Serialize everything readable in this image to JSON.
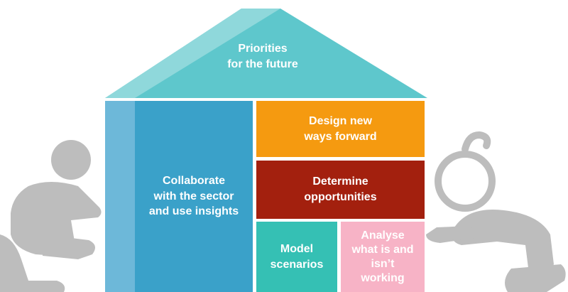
{
  "roof": {
    "label": "Priorities\nfor the future",
    "color": "#5ec7cc"
  },
  "left_wall": {
    "label": "Collaborate\nwith the sector\nand use insights",
    "color": "#3aa1c9"
  },
  "rooms": {
    "design": {
      "label": "Design new\nways forward",
      "color": "#f59a10"
    },
    "determine": {
      "label": "Determine\nopportunities",
      "color": "#a3200e"
    },
    "model": {
      "label": "Model\nscenarios",
      "color": "#35c0b4"
    },
    "analyse": {
      "label": "Analyse\nwhat is and\nisn’t\nworking",
      "color": "#f7b3c6"
    }
  },
  "figures": {
    "left": {
      "icon": "person-pushing-left-icon",
      "color": "#bdbdbd"
    },
    "right": {
      "icon": "person-pushing-right-icon",
      "color": "#bdbdbd"
    }
  }
}
